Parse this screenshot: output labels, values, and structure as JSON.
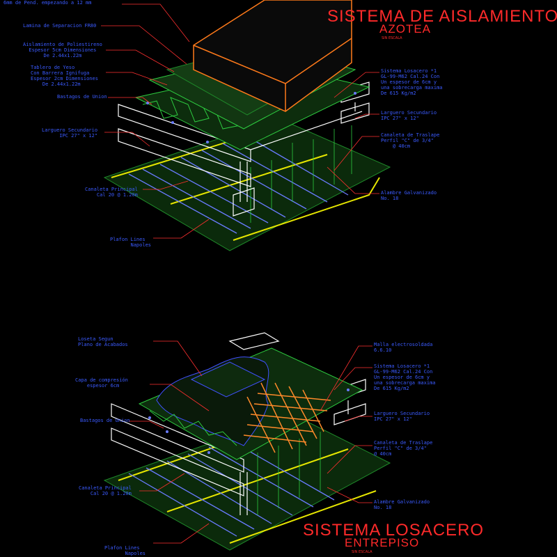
{
  "top": {
    "title": "SISTEMA DE AISLAMIENTO",
    "subtitle": "AZOTEA",
    "scale": "SIN ESCALA",
    "labels": {
      "pend": "6mm de Pend. empezando a 12 mm",
      "lamina": "Lamina de Separacion FR80",
      "aislamiento": "Aislamiento de Poliestireno\n  Espesor 5cm Dimensiones\n       De 2.44x1.22m",
      "tablero": "Tablero de Yeso\nCon Barrera Ignifuga\nEspesor 2cm Dimensiones\n    De 2.44x1.22m",
      "bastagos": "Bastagos de Union",
      "larguero_left": "Larguero Secundario\n      IPC 27\" x 12\"",
      "canaleta_principal": "Canaleta Principal\n    Cal 20 @ 1.20m",
      "plafon": "Plafon Lines\n       Napoles",
      "losacero": "Sistema Losacero *1\nGL-99-M62 Cal.24 Con\nUn espesor de 6cm y\nuna sobrecarga maxima\nDe 615 Kg/m2",
      "larguero_right": "Larguero Secundario\nIPC 27\" x 12\"",
      "canaleta_traslape": "Canaleta de Traslape\nPerfil \"C\" de 3/4\"\n    @ 40cm",
      "alambre": "Alambre Galvanizado\nNo. 18"
    }
  },
  "bottom": {
    "title": "SISTEMA LOSACERO",
    "subtitle": "ENTREPISO",
    "scale": "SIN ESCALA",
    "labels": {
      "losetas": "Loseta Segun\nPlano de Acabados",
      "capa": "Capa de compresión\n    espesor 6cm",
      "bastagos": "Bastagos de Union",
      "canaleta_principal": "Canaleta Principal\n    Cal 20 @ 1.20m",
      "plafon": "Plafon Lines\n       Napoles",
      "malla": "Malla electrosoldada\n6.6.10",
      "losacero": "Sistema Losacero *1\nGL-99-M62 Cal.24 Con\nUn espesor de 6cm y\nuna sobrecarga maxima\nDe 615 Kg/m2",
      "larguero_right": "Larguero Secundario\nIPC 27\" x 12\"",
      "canaleta_traslape": "Canaleta de Traslape\nPerfil \"C\" de 3/4\"\n@ 40cm",
      "alambre": "Alambre Galvanizado\nNo. 18"
    }
  },
  "colors": {
    "background": "#000000",
    "title": "#ff2a2a",
    "label": "#3b5bff",
    "leader": "#ff3030",
    "structure": "#ffffff",
    "slab_green": "#2ecc40",
    "insulation_orange": "#ff7a1a",
    "mesh_orange": "#ff8a2a",
    "channel_yellow": "#e6e600",
    "plafon_green": "#1f8a2a"
  }
}
